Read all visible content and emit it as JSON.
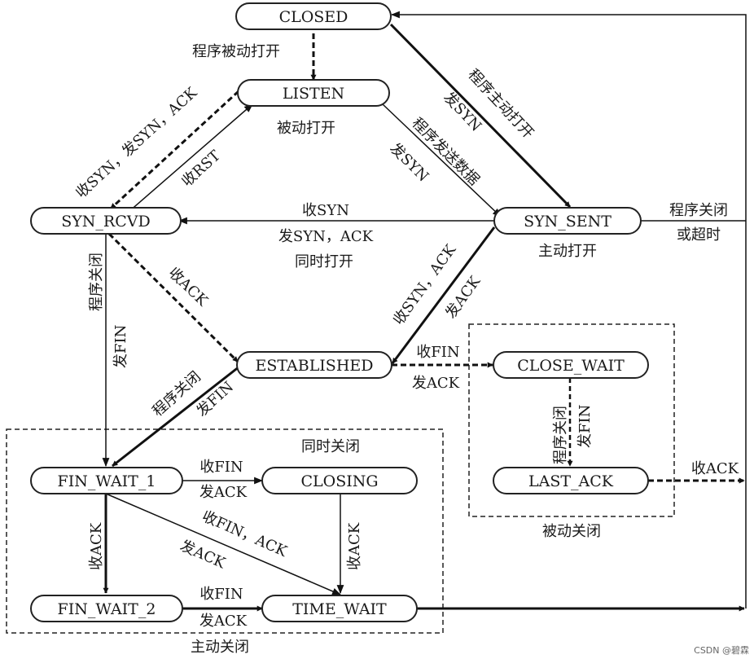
{
  "states": {
    "closed": "CLOSED",
    "listen": "LISTEN",
    "syn_rcvd": "SYN_RCVD",
    "syn_sent": "SYN_SENT",
    "established": "ESTABLISHED",
    "close_wait": "CLOSE_WAIT",
    "last_ack": "LAST_ACK",
    "fin_wait_1": "FIN_WAIT_1",
    "closing": "CLOSING",
    "fin_wait_2": "FIN_WAIT_2",
    "time_wait": "TIME_WAIT"
  },
  "labels": {
    "passive_open_program": "程序被动打开",
    "passive_open": "被动打开",
    "active_open_program": "程序主动打开",
    "send_syn_active": "发SYN",
    "program_send_data": "程序发送数据",
    "send_syn_data": "发SYN",
    "recv_syn_send_synack": "收SYN，发SYN，ACK",
    "recv_rst": "收RST",
    "sim_recv_syn": "收SYN",
    "sim_send_synack": "发SYN，ACK",
    "sim_open": "同时打开",
    "close_or_timeout_1": "程序关闭",
    "close_or_timeout_2": "或超时",
    "active_open": "主动打开",
    "recv_ack": "收ACK",
    "recv_synack": "收SYN，ACK",
    "send_ack": "发ACK",
    "synrcvd_close": "程序关闭",
    "synrcvd_send_fin": "发FIN",
    "est_close": "程序关闭",
    "est_send_fin": "发FIN",
    "est_recv_fin": "收FIN",
    "est_send_ack": "发ACK",
    "cw_close": "程序关闭",
    "cw_send_fin": "发FIN",
    "lastack_recv_ack": "收ACK",
    "passive_close": "被动关闭",
    "sim_close": "同时关闭",
    "fw1_recv_fin": "收FIN",
    "fw1_send_ack": "发ACK",
    "fw1_recv_finack": "收FIN，ACK",
    "fw1_send_ack2": "发ACK",
    "fw1_recv_ack": "收ACK",
    "closing_recv_ack": "收ACK",
    "fw2_recv_fin": "收FIN",
    "fw2_send_ack": "发ACK",
    "active_close": "主动关闭"
  },
  "watermark": "CSDN @碧霖"
}
